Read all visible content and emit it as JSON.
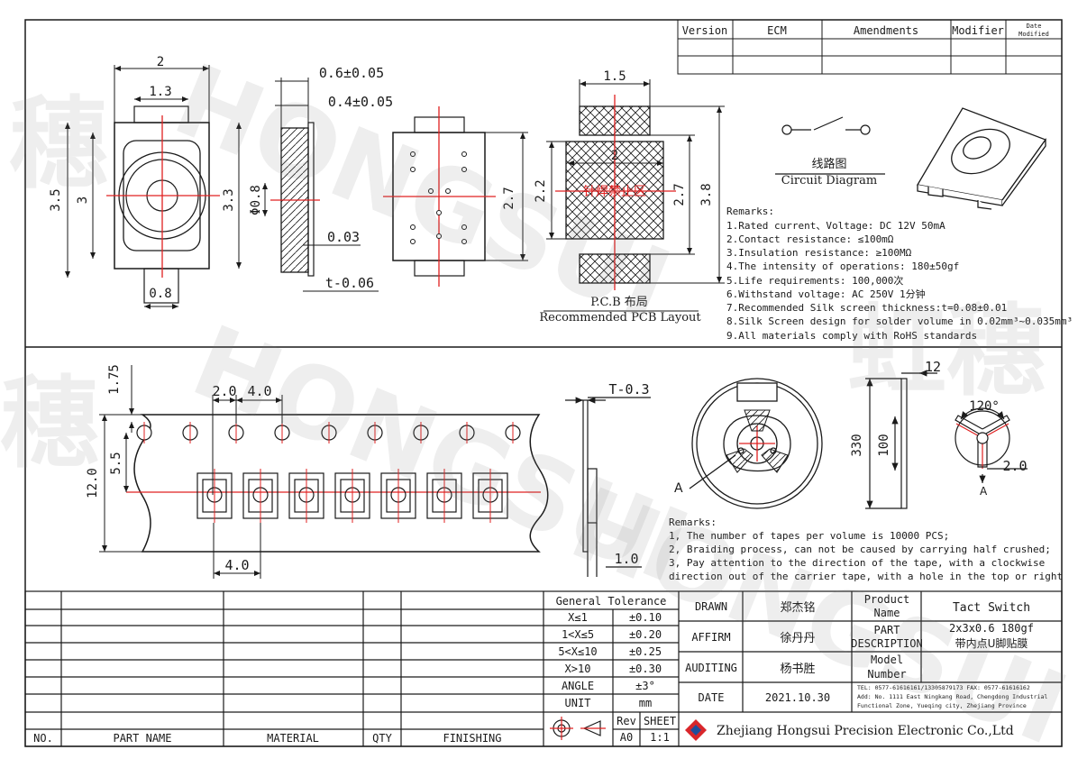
{
  "revision_header": {
    "version": "Version",
    "ecm": "ECM",
    "amendments": "Amendments",
    "modifier": "Modifier",
    "date_modified_1": "Date",
    "date_modified_2": "Modified"
  },
  "top_view": {
    "width": "2",
    "inner_width": "1.3",
    "height": "3.5",
    "inner_height": "3",
    "body_width": "3.3",
    "pin": "0.8"
  },
  "side_view": {
    "d1": "0.6±0.05",
    "d2": "0.4±0.05",
    "dia": "Φ0.8",
    "gap": "0.03",
    "t": "t-0.06"
  },
  "bottom_view": {
    "height": "2.7"
  },
  "pcb_layout": {
    "width": "1.5",
    "inner": "2",
    "h1": "2.2",
    "h2": "2.7",
    "h3": "3.8",
    "keepout": "针焊禁止区",
    "title_cn": "P.C.B 布局",
    "title_en": "Recommended PCB Layout"
  },
  "circuit": {
    "title_cn": "线路图",
    "title_en": "Circuit Diagram"
  },
  "remarks_1": {
    "title": "Remarks:",
    "items": [
      "1.Rated current、Voltage: DC 12V 50mA",
      "2.Contact resistance: ≤100mΩ",
      "3.Insulation resistance: ≥100MΩ",
      "4.The intensity of operations: 180±50gf",
      "5.Life requirements: 100,000次",
      "6.Withstand voltage: AC 250V 1分钟",
      "7.Recommended Silk screen thickness:t=0.08±0.01",
      "8.Silk Screen design for solder volume in 0.02mm³~0.035mm³",
      "9.All materials comply with RoHS standards"
    ]
  },
  "tape": {
    "d175": "1.75",
    "d20": "2.0",
    "d40": "4.0",
    "d55": "5.5",
    "d120": "12.0",
    "d40b": "4.0",
    "t": "T-0.3",
    "d10": "1.0"
  },
  "reel": {
    "w12": "12",
    "d330": "330",
    "d100": "100",
    "angle": "120°",
    "d20": "2.0",
    "label_a": "A",
    "label_a2": "A"
  },
  "remarks_2": {
    "title": "Remarks:",
    "items": [
      "1, The number of tapes per volume is 10000 PCS;",
      "2, Braiding process, can not be caused by carrying half crushed;",
      "3, Pay attention to the direction of the tape, with a clockwise",
      "direction out of the carrier tape, with a hole in the top or right"
    ]
  },
  "tolerance": {
    "title": "General Tolerance",
    "rows": [
      {
        "range": "X≤1",
        "tol": "±0.10"
      },
      {
        "range": "1<X≤5",
        "tol": "±0.20"
      },
      {
        "range": "5<X≤10",
        "tol": "±0.25"
      },
      {
        "range": "X>10",
        "tol": "±0.30"
      },
      {
        "range": "ANGLE",
        "tol": "±3°"
      },
      {
        "range": "UNIT",
        "tol": "mm"
      }
    ]
  },
  "parts_table": {
    "no": "NO.",
    "part_name": "PART NAME",
    "material": "MATERIAL",
    "qty": "QTY",
    "finishing": "FINISHING"
  },
  "title_block": {
    "drawn_label": "DRAWN",
    "drawn_name": "郑杰铭",
    "affirm_label": "AFFIRM",
    "affirm_name": "徐丹丹",
    "auditing_label": "AUDITING",
    "auditing_name": "杨书胜",
    "date_label": "DATE",
    "date_value": "2021.10.30",
    "product_label_1": "Product",
    "product_label_2": "Name",
    "product_value": "Tact Switch",
    "part_label_1": "PART",
    "part_label_2": "DESCRIPTION",
    "part_value_1": "2x3x0.6 180gf",
    "part_value_2": "带内点U脚贴膜",
    "model_label_1": "Model",
    "model_label_2": "Number",
    "address_1": "TEL: 0577-61616161/13305879173  FAX: 0577-61616162",
    "address_2": "Add: No. 1111 East Ningkang Road, Chengdong Industrial",
    "address_3": "Functional Zone, Yueqing city, Zhejiang Province",
    "rev_label": "Rev",
    "rev_value": "A0",
    "sheet_label": "SHEET",
    "sheet_value": "1:1",
    "company": "Zhejiang Hongsui Precision Electronic Co.,Ltd"
  },
  "watermark": {
    "w1": "穗",
    "w2": "HONGSUI",
    "w3": "虹穗",
    "w4": "HONGSUI",
    "w5": "穗",
    "w6": "HONGSUI"
  },
  "colors": {
    "red": "#e02020",
    "line": "#1a1a1a",
    "logo_red": "#d9262b",
    "logo_blue": "#1f4e9c"
  }
}
